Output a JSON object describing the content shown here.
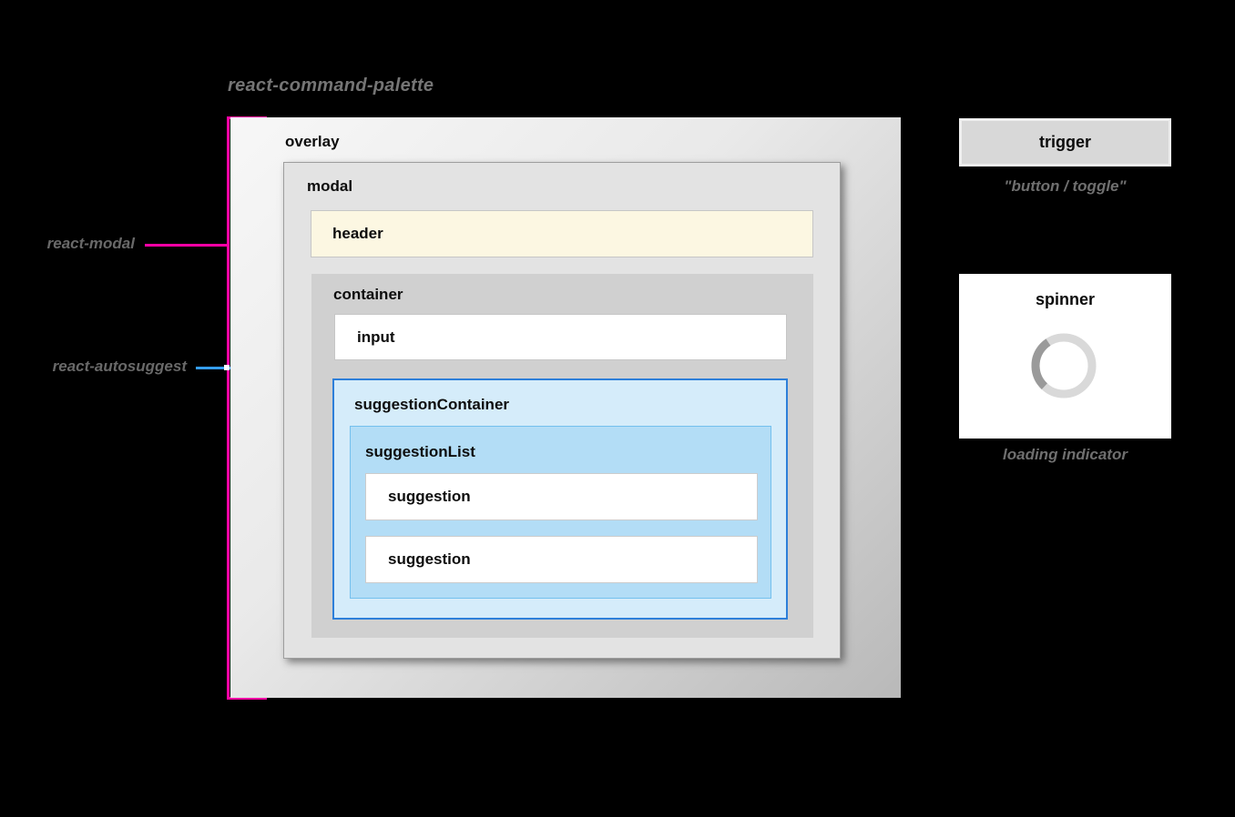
{
  "title": "react-command-palette",
  "annotations": {
    "react_modal": {
      "label": "react-modal",
      "accent": "#ff00a5"
    },
    "react_autosuggest": {
      "label": "react-autosuggest",
      "accent": "#359ef7"
    }
  },
  "diagram": {
    "overlay": "overlay",
    "modal": "modal",
    "header": "header",
    "container": "container",
    "input": "input",
    "suggestion_container": "suggestionContainer",
    "suggestion_list": "suggestionList",
    "suggestions": [
      "suggestion",
      "suggestion"
    ],
    "colors": {
      "page_background": "#000000",
      "overlay_gradient_start": "#f7f7f7",
      "overlay_gradient_end": "#b9b9b9",
      "modal_fill": "#e3e3e3",
      "header_fill": "#fcf7e2",
      "container_fill": "#d0d0d0",
      "suggestion_container_fill": "#d5ecfa",
      "suggestion_container_border": "#2d7fd9",
      "suggestion_list_fill": "#b3ddf6"
    }
  },
  "right_panel": {
    "trigger": {
      "label": "trigger",
      "caption": "\"button / toggle\""
    },
    "spinner": {
      "label": "spinner",
      "caption": "loading indicator"
    }
  }
}
